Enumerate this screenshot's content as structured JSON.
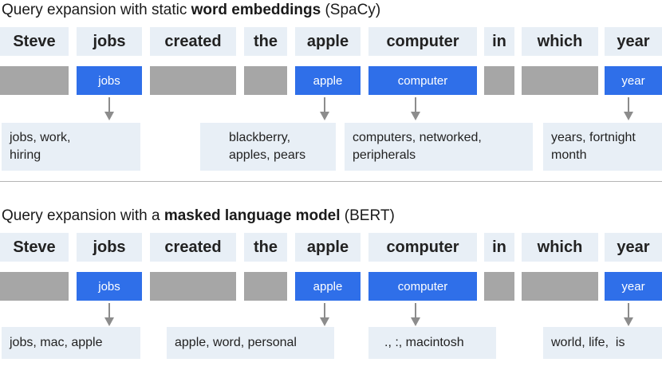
{
  "sections": [
    {
      "heading_pre": "Query expansion with static ",
      "heading_bold": "word embeddings",
      "heading_post": " (SpaCy)",
      "words": [
        "Steve",
        "jobs",
        "created",
        "the",
        "apple",
        "computer",
        "in",
        "which",
        "year"
      ],
      "masked": [
        "",
        "jobs",
        "",
        "",
        "apple",
        "computer",
        "",
        "",
        "year"
      ],
      "results": [
        "jobs, work,\nhiring",
        "blackberry,\napples, pears",
        "computers, networked,\nperipherals",
        "years, fortnight\nmonth"
      ]
    },
    {
      "heading_pre": "Query expansion with a ",
      "heading_bold": "masked language model",
      "heading_post": " (BERT)",
      "words": [
        "Steve",
        "jobs",
        "created",
        "the",
        "apple",
        "computer",
        "in",
        "which",
        "year"
      ],
      "masked": [
        "",
        "jobs",
        "",
        "",
        "apple",
        "computer",
        "",
        "",
        "year"
      ],
      "results": [
        "jobs, mac, apple",
        "apple, word, personal",
        "., :, macintosh",
        "world, life,  is"
      ]
    }
  ],
  "colors": {
    "mask_blue": "#2f6fe9",
    "mask_gray": "#a6a6a6",
    "box_light": "#e8eff6",
    "arrow": "#8c8c8c"
  }
}
